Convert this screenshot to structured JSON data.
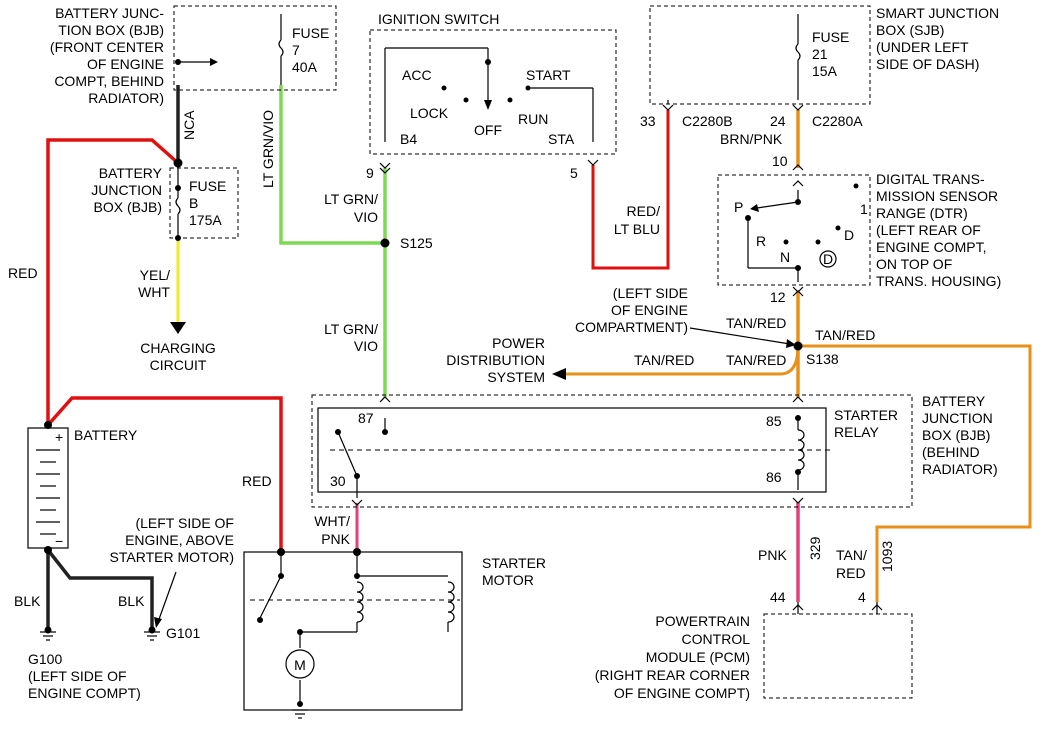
{
  "components": {
    "bjb_front": [
      "BATTERY JUNC-",
      "TION BOX (BJB)",
      "(FRONT CENTER",
      "OF ENGINE",
      "COMPT, BEHIND",
      "RADIATOR)"
    ],
    "fuse7": [
      "FUSE",
      "7",
      "40A"
    ],
    "bjb_left": [
      "BATTERY",
      "JUNCTION",
      "BOX (BJB)"
    ],
    "fuseB": [
      "FUSE",
      "B",
      "175A"
    ],
    "ignition_switch": "IGNITION SWITCH",
    "ign_positions": [
      "ACC",
      "LOCK",
      "OFF",
      "RUN",
      "START",
      "STA",
      "B4"
    ],
    "sjb": [
      "SMART JUNCTION",
      "BOX (SJB)",
      "(UNDER LEFT",
      "SIDE OF DASH)"
    ],
    "fuse21": [
      "FUSE",
      "21",
      "15A"
    ],
    "dtr": [
      "DIGITAL TRANS-",
      "MISSION SENSOR",
      "RANGE (DTR)",
      "(LEFT REAR OF",
      "ENGINE COMPT,",
      "ON TOP OF",
      "TRANS. HOUSING)"
    ],
    "dtr_positions": [
      "P",
      "R",
      "N",
      "D",
      "1",
      "D"
    ],
    "charging_circuit": [
      "CHARGING",
      "CIRCUIT"
    ],
    "battery": "BATTERY",
    "battery_signs": [
      "+",
      "−"
    ],
    "g100": [
      "G100",
      "(LEFT SIDE OF",
      "ENGINE COMPT)"
    ],
    "g101": "G101",
    "g101_loc": [
      "(LEFT SIDE OF",
      "ENGINE, ABOVE",
      "STARTER MOTOR)"
    ],
    "s125": "S125",
    "s138": "S138",
    "s138_loc": [
      "(LEFT SIDE",
      "OF ENGINE",
      "COMPARTMENT)"
    ],
    "power_dist": [
      "POWER",
      "DISTRIBUTION",
      "SYSTEM"
    ],
    "starter_relay": [
      "STARTER",
      "RELAY"
    ],
    "bjb_right": [
      "BATTERY",
      "JUNCTION",
      "BOX (BJB)",
      "(BEHIND",
      "RADIATOR)"
    ],
    "starter_motor": [
      "STARTER",
      "MOTOR"
    ],
    "motor_symbol": "M",
    "pcm": [
      "POWERTRAIN",
      "CONTROL",
      "MODULE (PCM)",
      "(RIGHT REAR CORNER",
      "OF ENGINE COMPT)"
    ]
  },
  "wires": {
    "nca": "NCA",
    "lt_grn_vio": "LT GRN/VIO",
    "lt_grn_vio_a": [
      "LT GRN/",
      "VIO"
    ],
    "lt_grn_vio_b": [
      "LT GRN/",
      "VIO"
    ],
    "red_left": "RED",
    "red_motor": "RED",
    "yel_wht": [
      "YEL/",
      "WHT"
    ],
    "red_lt_blu": [
      "RED/",
      "LT BLU"
    ],
    "brn_pnk": "BRN/PNK",
    "tan_red_1": "TAN/RED",
    "tan_red_2": "TAN/RED",
    "tan_red_3": "TAN/RED",
    "tan_red_4": "TAN/RED",
    "tan_red_pcm": [
      "TAN/",
      "RED"
    ],
    "wht_pnk": [
      "WHT/",
      "PNK"
    ],
    "pnk": "PNK",
    "blk_left": "BLK",
    "blk_right": "BLK",
    "circuit_329": "329",
    "circuit_1093": "1093"
  },
  "pins": {
    "p9": "9",
    "p5": "5",
    "p33": "33",
    "c2280b": "C2280B",
    "p24": "24",
    "c2280a": "C2280A",
    "p10": "10",
    "p12": "12",
    "p87": "87",
    "p30": "30",
    "p85": "85",
    "p86": "86",
    "p44": "44",
    "p4": "4"
  },
  "colors": {
    "red": "#e01010",
    "green": "#7ed957",
    "yellow": "#f2ea20",
    "orange": "#e8901a",
    "pink": "#e0427c",
    "black": "#222222"
  }
}
